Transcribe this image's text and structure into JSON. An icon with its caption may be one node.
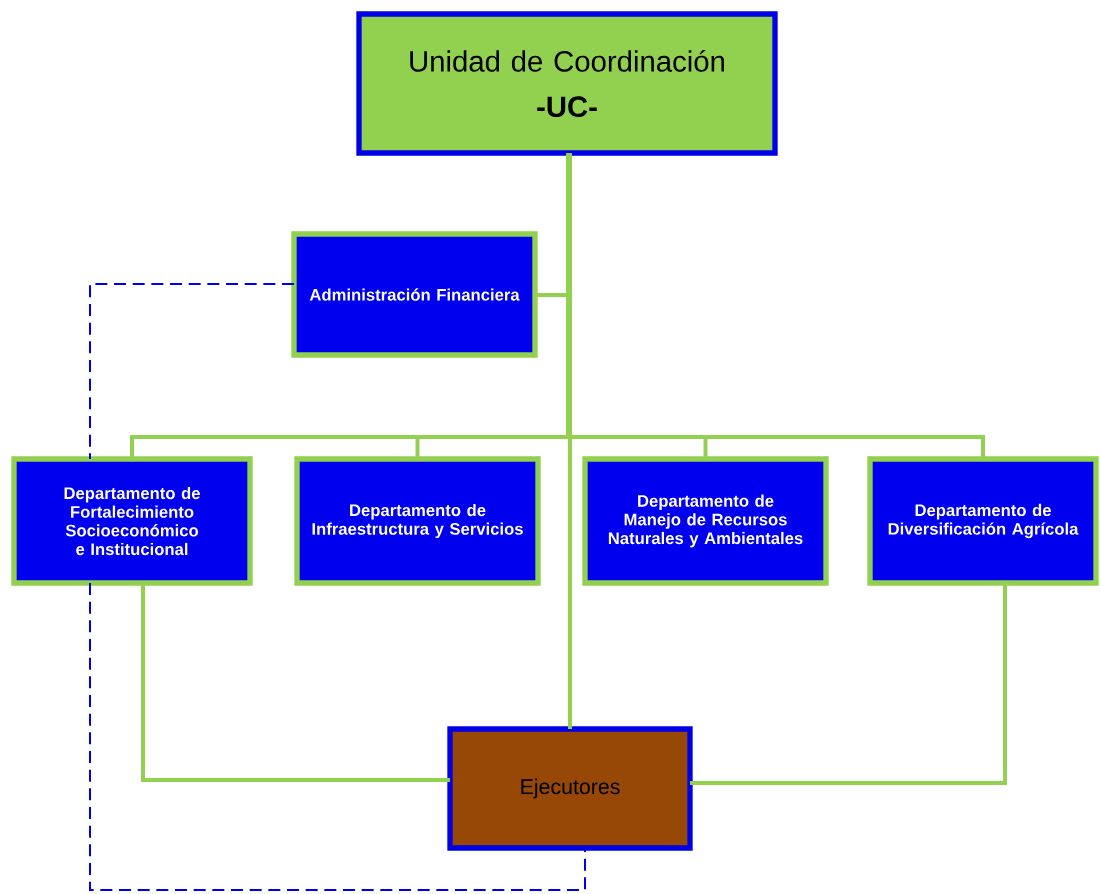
{
  "diagram": {
    "nodes": [
      {
        "text": [
          "Unidad de Coordinación",
          "-UC-"
        ]
      },
      {
        "text": [
          "Administración Financiera"
        ]
      },
      {
        "text": [
          "Departamento de Fortalecimiento Socioeconómico e Institucional"
        ]
      },
      {
        "text": [
          "Departamento de Infraestructura y Servicios"
        ]
      },
      {
        "text": [
          "Departamento de Manejo de Recursos Naturales y Ambientales"
        ]
      },
      {
        "text": [
          "Departamento de Diversificación Agrícola"
        ]
      },
      {
        "text": [
          "Ejecutores"
        ]
      }
    ],
    "edges": [
      {
        "from": 0,
        "to": 1,
        "arrow": "none"
      },
      {
        "from": 0,
        "to": 2,
        "arrow": "none"
      },
      {
        "from": 0,
        "to": 3,
        "arrow": "none"
      },
      {
        "from": 0,
        "to": 4,
        "arrow": "none"
      },
      {
        "from": 0,
        "to": 5,
        "arrow": "none"
      },
      {
        "from": 0,
        "to": 6,
        "arrow": "none"
      },
      {
        "from": 2,
        "to": 6,
        "arrow": "none"
      },
      {
        "from": 5,
        "to": 6,
        "arrow": "none"
      },
      {
        "from": 1,
        "to": 2,
        "arrow": "none",
        "style": "dashed",
        "color": "#0000ee"
      },
      {
        "from": 2,
        "to": 6,
        "arrow": "none",
        "style": "dashed",
        "color": "#0000ee"
      }
    ]
  }
}
